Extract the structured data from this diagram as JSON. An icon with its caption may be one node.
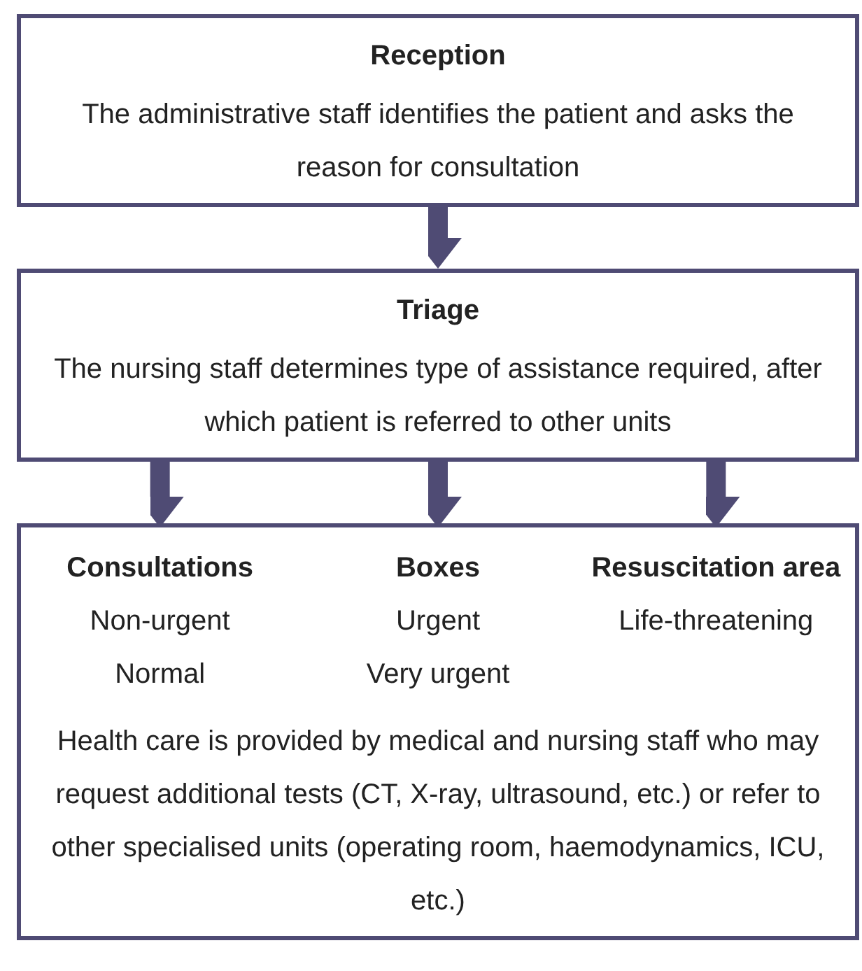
{
  "diagram": {
    "nodes": [
      {
        "text": [
          "Reception",
          "The administrative staff identifies the patient and asks the reason for consultation"
        ]
      },
      {
        "text": [
          "Triage",
          "The nursing staff determines type of assistance required, after which patient is referred to other units"
        ]
      },
      {
        "text": [
          "Health care is provided by medical and nursing staff who may request additional tests (CT, X-ray, ultrasound, etc.) or refer to other specialised units (operating room, haemodynamics, ICU, etc.)"
        ]
      },
      {
        "text": [
          "Consultations",
          "Non-urgent",
          "Normal"
        ],
        "in": 2
      },
      {
        "text": [
          "Boxes",
          "Urgent",
          "Very urgent"
        ],
        "in": 2
      },
      {
        "text": [
          "Resuscitation area",
          "Life-threatening"
        ],
        "in": 2
      }
    ],
    "edges": [
      {
        "from": 0,
        "to": 1,
        "arrow": "to"
      },
      {
        "from": 1,
        "to": 3,
        "arrow": "to"
      },
      {
        "from": 1,
        "to": 4,
        "arrow": "to"
      },
      {
        "from": 1,
        "to": 5,
        "arrow": "to"
      }
    ]
  }
}
